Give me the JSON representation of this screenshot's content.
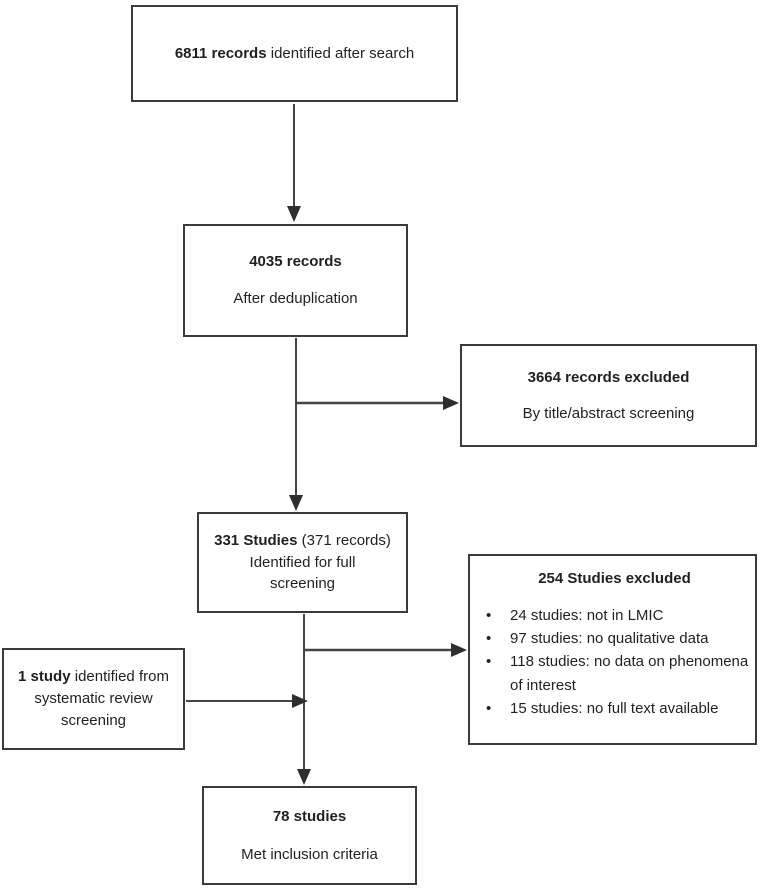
{
  "diagram": {
    "bullet_glyph": "•",
    "colors": {
      "background": "#ffffff",
      "box_border": "#3b3a3c",
      "arrow_line": "#454545",
      "arrow_head": "#2e2e2e",
      "text": "#231f20"
    },
    "boxes": {
      "records_identified": {
        "bold": "6811 records",
        "text": " identified after search"
      },
      "after_dedup": {
        "bold": "4035 records",
        "text": "After deduplication"
      },
      "excluded_title_abstract": {
        "bold": "3664 records excluded",
        "text": "By title/abstract screening"
      },
      "full_screening": {
        "bold": "331 Studies",
        "text": " (371 records)",
        "line2": "Identified for full screening"
      },
      "studies_excluded": {
        "bold": "254 Studies excluded",
        "bullets": [
          "24 studies: not in LMIC",
          "97 studies: no qualitative data",
          "118 studies: no data on phenomena of interest",
          "15 studies: no full text available"
        ]
      },
      "systematic_review": {
        "bold": "1 study",
        "text": " identified from systematic review screening"
      },
      "included": {
        "bold": "78 studies",
        "text": "Met inclusion criteria"
      }
    }
  }
}
